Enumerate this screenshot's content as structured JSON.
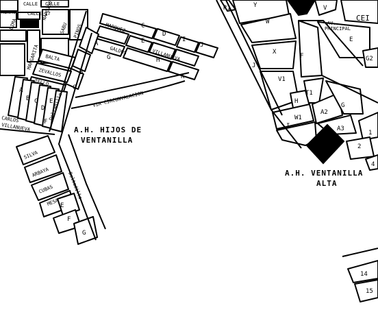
{
  "titles": {
    "hijos_line1": "A.H. HIJOS DE",
    "hijos_line2": "VENTANILLA",
    "ventanilla_line1": "A.H. VENTANILLA",
    "ventanilla_line2": "ALTA"
  },
  "labels": {
    "kenko": "KENKO",
    "calle_top": "CALLE",
    "calle_17": "CALLE 17",
    "calle_right": "CALLE",
    "narciso": "NARCISO",
    "sabu": "SABU",
    "pinos": "PINOS",
    "lima": "LIMA",
    "margarita": "MARGARITA",
    "marquez": "MARQUEZ",
    "galdos": "GALDOS",
    "villanueva": "VILLANUEVA",
    "balta": "BALTA",
    "zevallos": "ZEVALLOS",
    "tello": "TELLO",
    "carlos": "CARLOS",
    "via_circunvalacion": "VIA CIRCUNVALACION",
    "deltadillo": "Deltadillo",
    "silva": "SILVA",
    "arbaya": "ARBAYA",
    "cubas": "CUBAS",
    "mesa": "MESA"
  },
  "blocks": {
    "a": "A",
    "b": "B",
    "c": "C",
    "d": "D",
    "e": "E",
    "f": "F",
    "g": "G",
    "h": "H",
    "i": "I",
    "j": "J",
    "k": "K"
  },
  "east": {
    "r1": "R1",
    "y": "Y",
    "v": "V",
    "w": "W",
    "x": "X",
    "f": "F",
    "j": "J",
    "v1": "V1",
    "t1": "T1",
    "h": "H",
    "g": "G",
    "a2": "A2",
    "w1": "W1",
    "i": "I",
    "a3": "A3",
    "n1": "1",
    "n2": "2",
    "n4": "4",
    "e": "E",
    "g2": "G2",
    "cei": "CEI",
    "av": "AV.",
    "principal": "PRINCIPAL",
    "n14": "14",
    "n15": "15"
  }
}
